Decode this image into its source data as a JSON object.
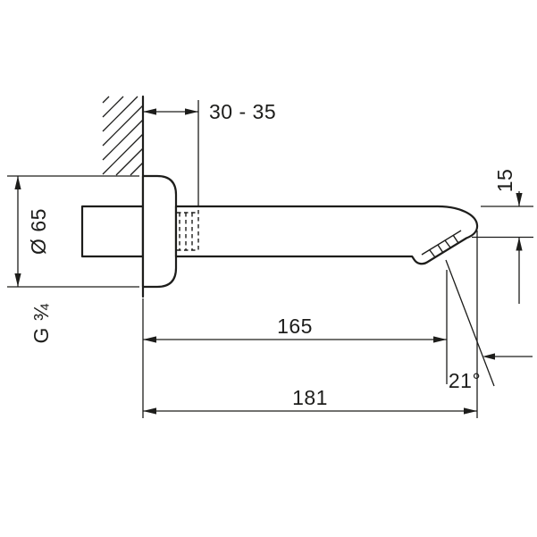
{
  "drawing": {
    "labels": {
      "wall_distance": "30 - 35",
      "tip_height": "15",
      "flange_diameter": "Ø 65",
      "thread_size": "G ¾",
      "spout_reach": "165",
      "overall_length": "181",
      "spray_angle": "21°"
    },
    "colors": {
      "line": "#1d1d1b",
      "background": "#ffffff"
    }
  }
}
